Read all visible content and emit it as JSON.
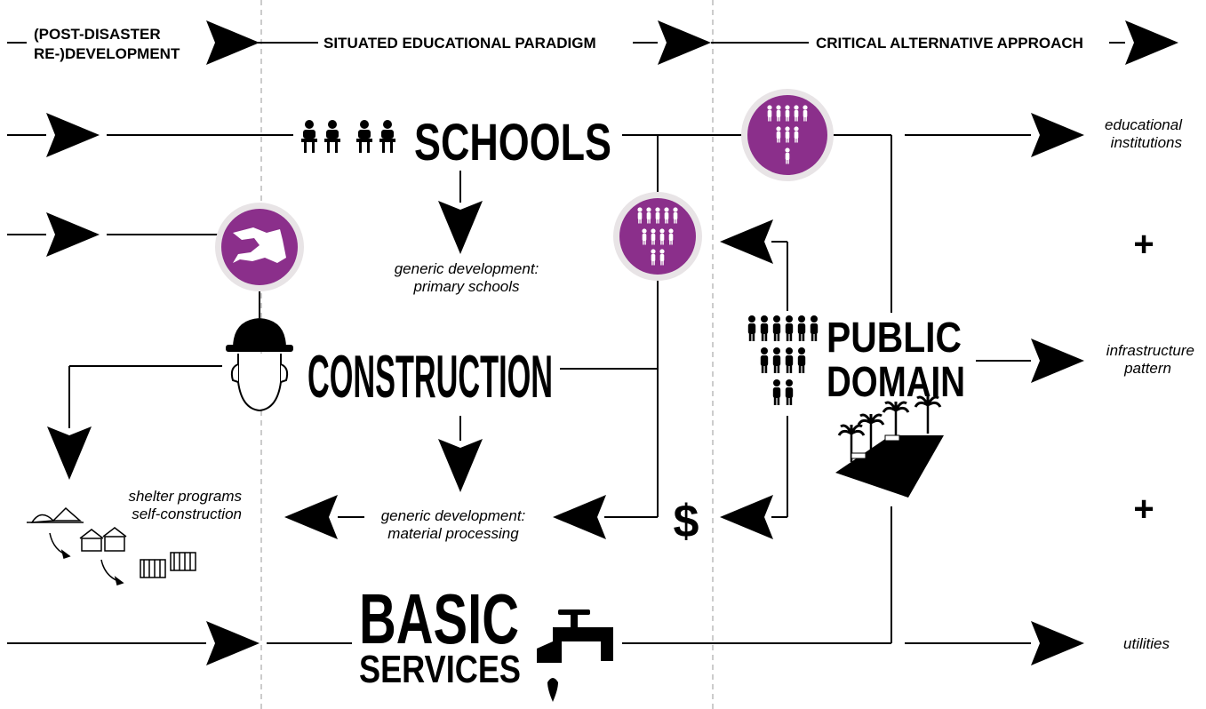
{
  "header": {
    "col1_line1": "(POST-DISASTER",
    "col1_line2": "RE-)DEVELOPMENT",
    "col2": "SITUATED EDUCATIONAL PARADIGM",
    "col3": "CRITICAL ALTERNATIVE APPROACH"
  },
  "nodes": {
    "schools": "SCHOOLS",
    "construction": "CONSTRUCTION",
    "public_line1": "PUBLIC",
    "public_line2": "DOMAIN",
    "basic_line1": "BASIC",
    "basic_line2": "SERVICES",
    "dollar": "$"
  },
  "annotations": {
    "generic_schools_line1": "generic development:",
    "generic_schools_line2": "primary schools",
    "generic_material_line1": "generic development:",
    "generic_material_line2": "material processing",
    "shelter_line1": "shelter programs",
    "shelter_line2": "self-construction"
  },
  "outcomes": {
    "educational_line1": "educational",
    "educational_line2": "institutions",
    "plus1": "+",
    "infrastructure_line1": "infrastructure",
    "infrastructure_line2": "pattern",
    "plus2": "+",
    "utilities": "utilities"
  },
  "colors": {
    "accent_purple": "#8b2f8b",
    "badge_ring": "#e8e4e6",
    "ink": "#000000",
    "guide": "#9a9a9a"
  }
}
